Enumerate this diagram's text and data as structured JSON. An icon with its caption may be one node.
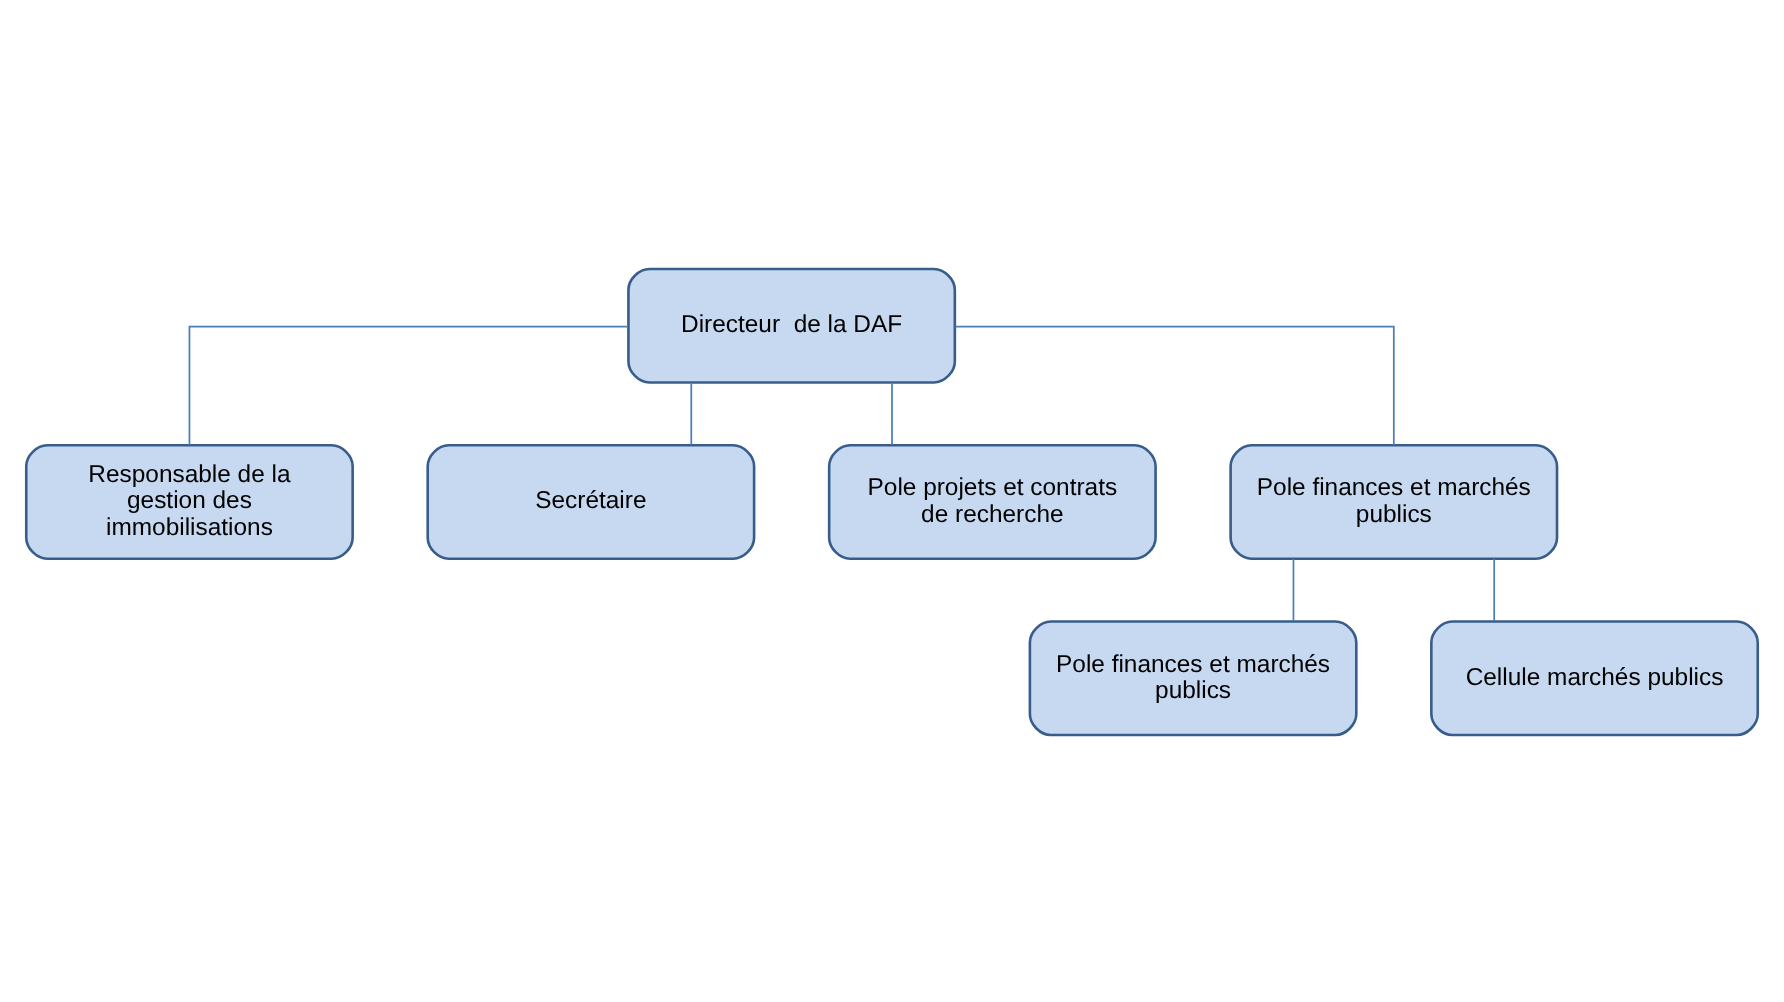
{
  "diagram": {
    "nodes": [
      {
        "text": [
          "Directeur  de la DAF"
        ]
      },
      {
        "text": [
          "Responsable de la gestion des immobilisations"
        ]
      },
      {
        "text": [
          "Secrétaire"
        ]
      },
      {
        "text": [
          "Pole projets et contrats de recherche"
        ]
      },
      {
        "text": [
          "Pole finances et marchés publics"
        ]
      },
      {
        "text": [
          "Pole finances et marchés publics"
        ]
      },
      {
        "text": [
          "Cellule marchés publics"
        ]
      }
    ],
    "edges": [
      {
        "from": 0,
        "to": 1,
        "arrow": "none"
      },
      {
        "from": 0,
        "to": 2,
        "arrow": "none"
      },
      {
        "from": 0,
        "to": 3,
        "arrow": "none"
      },
      {
        "from": 0,
        "to": 4,
        "arrow": "none"
      },
      {
        "from": 4,
        "to": 5,
        "arrow": "none"
      },
      {
        "from": 4,
        "to": 6,
        "arrow": "none"
      }
    ]
  }
}
